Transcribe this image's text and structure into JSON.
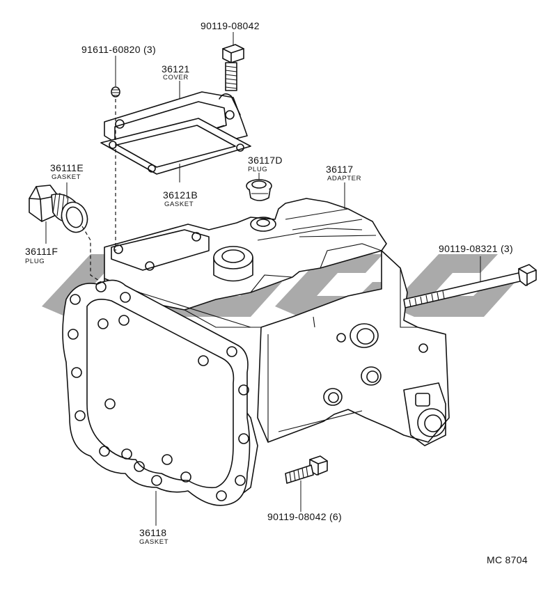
{
  "labels": {
    "bolt_top": {
      "part": "90119-08042"
    },
    "bolt_cover": {
      "part": "91611-60820 (3)"
    },
    "cover": {
      "part": "36121",
      "name": "COVER"
    },
    "cover_gasket": {
      "part": "36121B",
      "name": "GASKET"
    },
    "plug_d": {
      "part": "36117D",
      "name": "PLUG"
    },
    "adapter": {
      "part": "36117",
      "name": "ADAPTER"
    },
    "gasket_e": {
      "part": "36111E",
      "name": "GASKET"
    },
    "plug_f": {
      "part": "36111F",
      "name": "PLUG"
    },
    "long_bolt": {
      "part": "90119-08321 (3)"
    },
    "bottom_bolt": {
      "part": "90119-08042 (6)"
    },
    "gasket_main": {
      "part": "36118",
      "name": "GASKET"
    }
  },
  "diagram_code": "MC 8704",
  "colors": {
    "line": "#111111",
    "watermark": "#9b9b9b",
    "background": "#ffffff"
  }
}
